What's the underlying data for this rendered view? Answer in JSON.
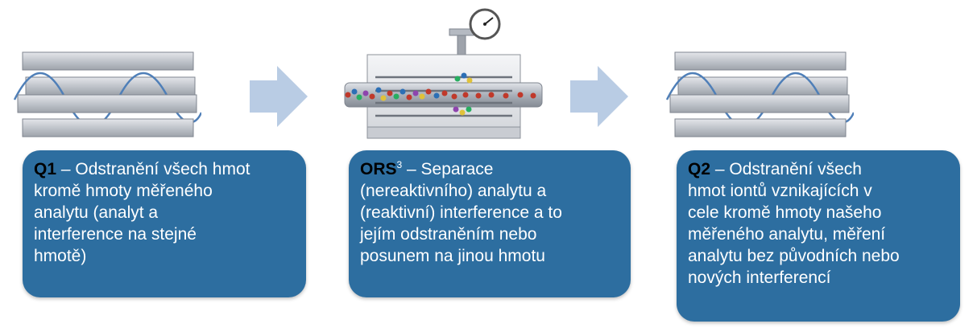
{
  "colors": {
    "card_bg": "#2d6ea0",
    "arrow": "#b9cce4",
    "plate": "#c4c8cf",
    "plate_edge": "#7f858f",
    "wave": "#4f7fb8"
  },
  "steps": [
    {
      "id": "q1",
      "bold": "Q1",
      "lines": [
        " – Odstranění všech hmot",
        "kromě hmoty měřeného",
        "analytu (analyt a",
        "interference na stejné",
        "hmotě)"
      ]
    },
    {
      "id": "ors",
      "bold": "ORS",
      "sup": "3",
      "lines": [
        " – Separace",
        "(nereaktivního) analytu a",
        "(reaktivní) interference a to",
        "jejím odstraněním nebo",
        "posunem na jinou hmotu"
      ]
    },
    {
      "id": "q2",
      "bold": "Q2",
      "lines": [
        " – Odstranění všech",
        "hmot iontů vznikajících v",
        "cele kromě hmoty našeho",
        "měřeného analytu, měření",
        "analytu bez původních nebo",
        "nových interferencí"
      ]
    }
  ],
  "icons": {
    "q1": "quadrupole-icon",
    "ors": "collision-cell-icon",
    "q2": "quadrupole-icon",
    "gauge": "pressure-gauge-icon",
    "arrow": "arrow-right-icon"
  }
}
